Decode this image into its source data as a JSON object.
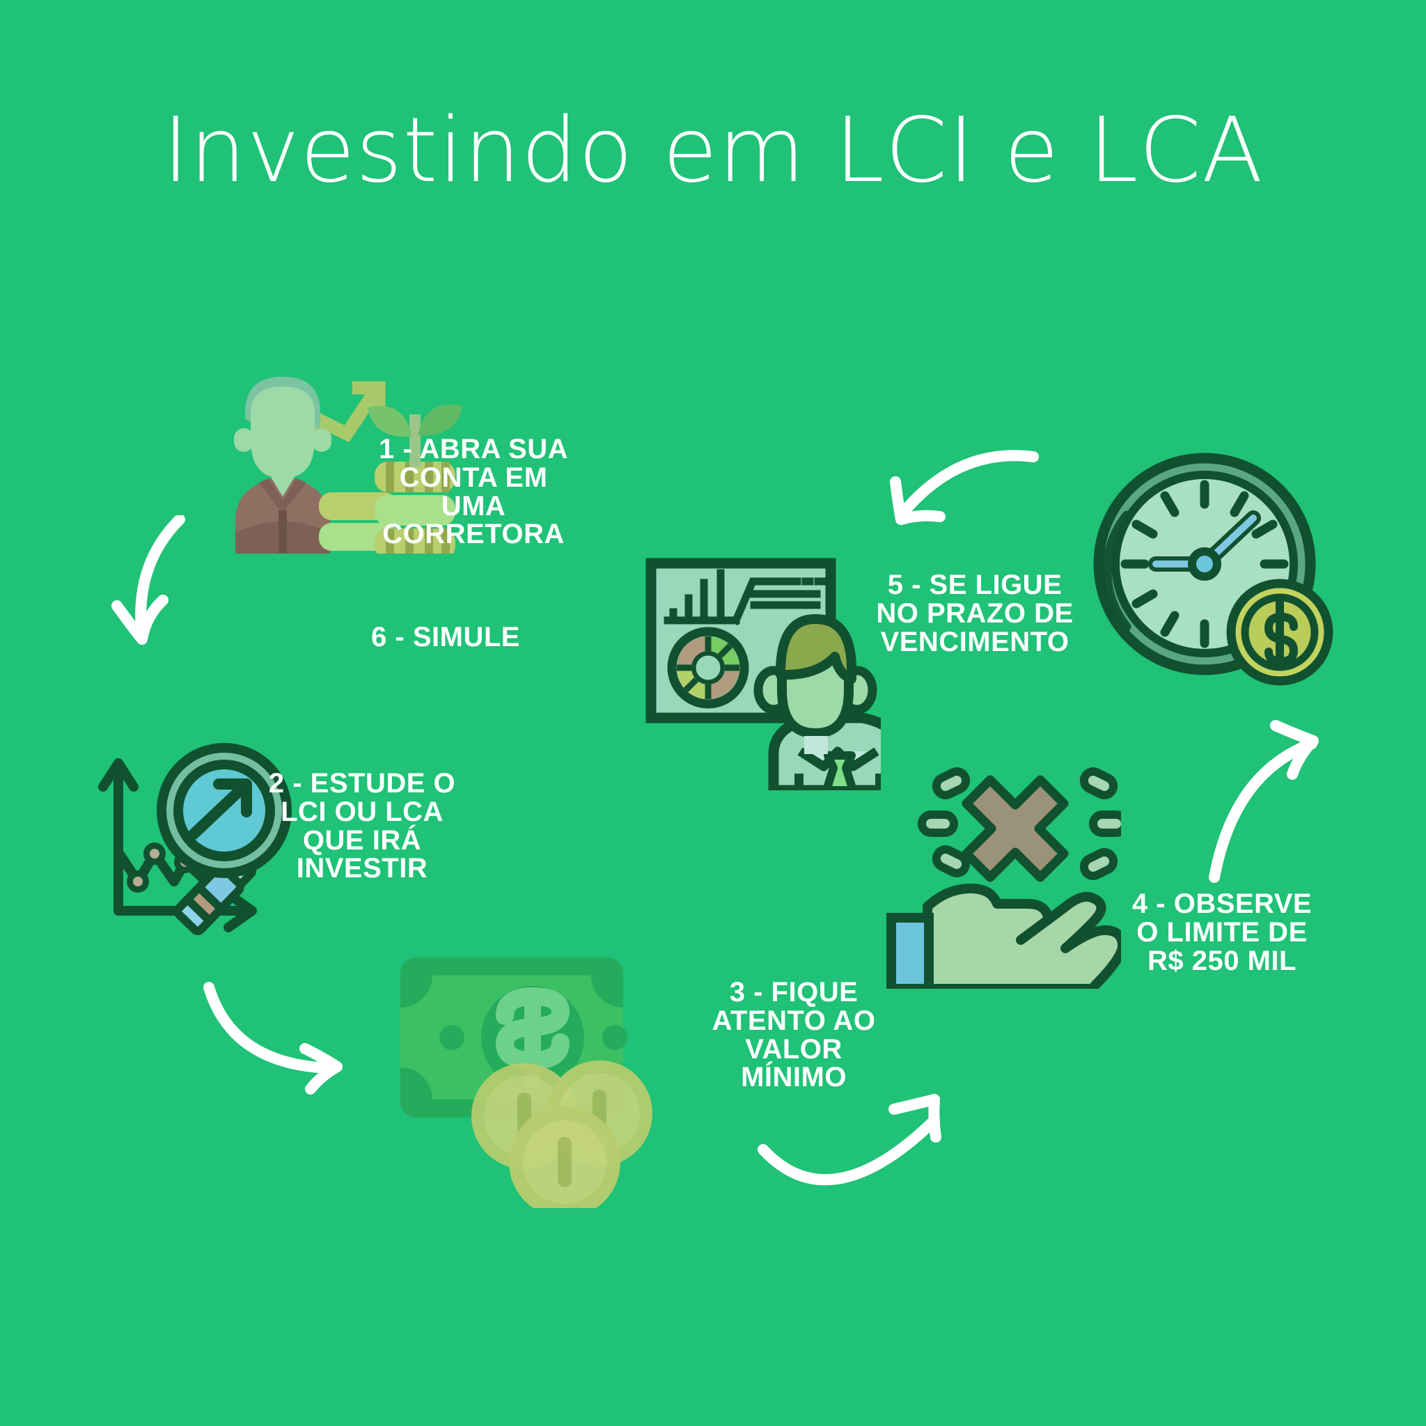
{
  "page": {
    "title": "Investindo em LCI e LCA",
    "background_color": "#1fc276",
    "text_color": "#ffffff"
  },
  "steps": [
    {
      "id": 1,
      "label": "1 - ABRA SUA\nCONTA EM\nUMA\nCORRETORA",
      "icon": "investor-growth-icon"
    },
    {
      "id": 2,
      "label": "2 - ESTUDE O\nLCI OU LCA\nQUE IRÁ\nINVESTIR",
      "icon": "magnifier-chart-icon"
    },
    {
      "id": 3,
      "label": "3 - FIQUE\nATENTO AO\nVALOR\nMÍNIMO",
      "icon": "banknote-coins-icon"
    },
    {
      "id": 4,
      "label": "4 - OBSERVE\nO LIMITE DE\nR$ 250 MIL",
      "icon": "hand-cross-icon"
    },
    {
      "id": 5,
      "label": "5 - SE LIGUE\nNO PRAZO DE\nVENCIMENTO",
      "icon": "clock-coin-icon"
    },
    {
      "id": 6,
      "label": "6 - SIMULE",
      "icon": "presentation-analyst-icon"
    }
  ],
  "arrows": [
    {
      "name": "arrow-top-left-down",
      "direction": "down"
    },
    {
      "name": "arrow-left-to-money",
      "direction": "right-down"
    },
    {
      "name": "arrow-money-to-hand",
      "direction": "right-up"
    },
    {
      "name": "arrow-hand-to-clock",
      "direction": "up"
    },
    {
      "name": "arrow-clock-to-start",
      "direction": "left"
    }
  ],
  "palette": {
    "background": "#1fc276",
    "dark_green": "#12502f",
    "mid_green": "#2f9e63",
    "light_mint": "#a8dcbd",
    "pale_mint": "#bfe7cf",
    "teal": "#6fc5c9",
    "sky": "#7ec8e3",
    "olive": "#a9c66b",
    "khaki": "#c1cd72",
    "brown": "#8f6f61",
    "taupe": "#9a9279",
    "white": "#ffffff"
  }
}
